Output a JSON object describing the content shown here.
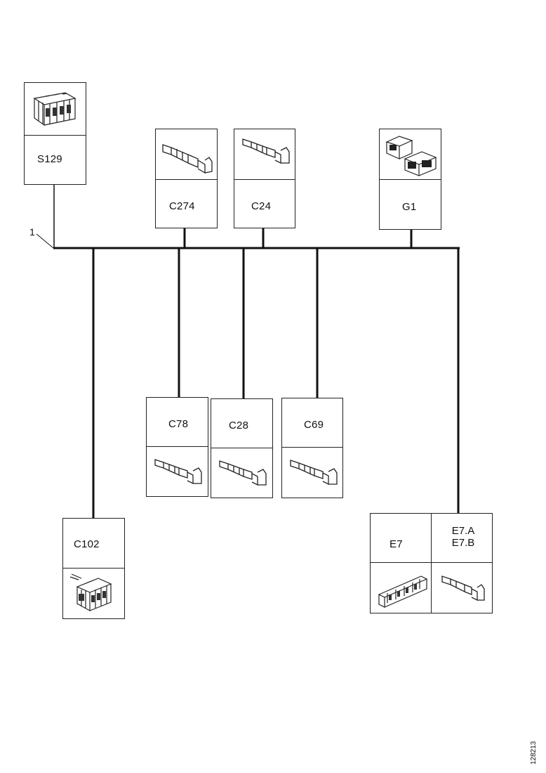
{
  "reference_number": "1",
  "document_id": "128213",
  "connectors": {
    "s129": {
      "label": "S129",
      "icon": "multi-pin-connector-icon"
    },
    "c274": {
      "label": "C274",
      "icon": "terminal-pin-icon"
    },
    "c24": {
      "label": "C24",
      "icon": "terminal-pin-icon"
    },
    "g1": {
      "label": "G1",
      "icon": "dual-connector-icon"
    },
    "c78": {
      "label": "C78",
      "icon": "terminal-pin-icon"
    },
    "c28": {
      "label": "C28",
      "icon": "terminal-pin-icon"
    },
    "c69": {
      "label": "C69",
      "icon": "terminal-pin-icon"
    },
    "c102": {
      "label": "C102",
      "icon": "connector-block-icon"
    },
    "e7": {
      "label": "E7",
      "sub_a": "E7.A",
      "sub_b": "E7.B",
      "icon_main": "long-connector-icon",
      "icon_sub": "terminal-pin-icon"
    }
  }
}
